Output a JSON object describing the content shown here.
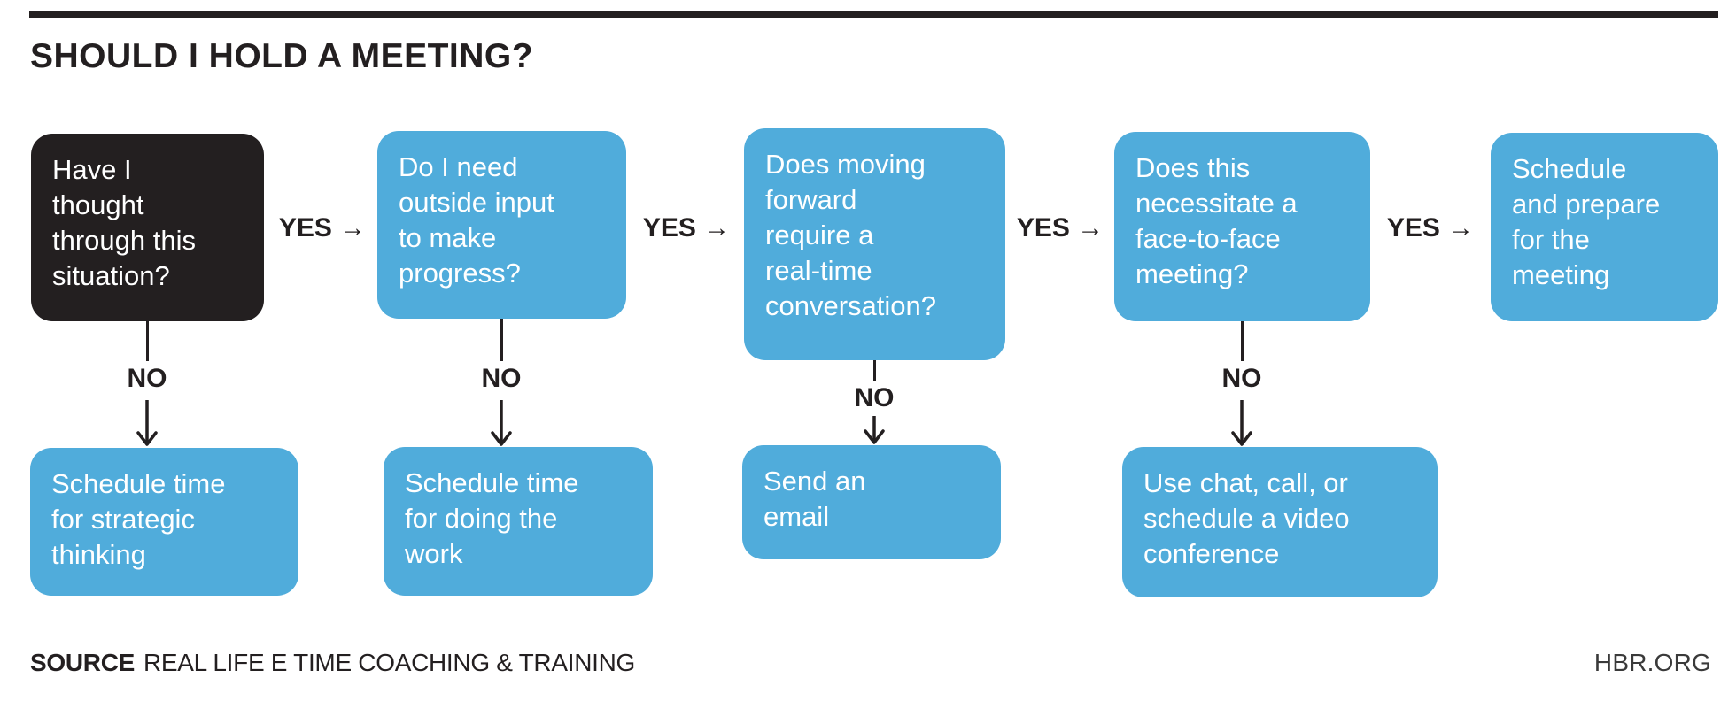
{
  "title": "SHOULD I HOLD A MEETING?",
  "colors": {
    "accent_blue": "#50acdb",
    "box_black": "#231f20",
    "text_on_box": "#ffffff",
    "text_main": "#231f20"
  },
  "flow": {
    "yes_label": "YES →",
    "no_label": "NO",
    "decisions": [
      {
        "text": "Have I\nthought\nthrough this\nsituation?",
        "variant": "black",
        "no_outcome": "Schedule time\nfor strategic\nthinking"
      },
      {
        "text": "Do I need\noutside input\nto make\nprogress?",
        "variant": "blue",
        "no_outcome": "Schedule time\nfor doing the\nwork"
      },
      {
        "text": "Does moving\nforward\nrequire a\nreal-time\nconversation?",
        "variant": "blue",
        "no_outcome": "Send an\nemail"
      },
      {
        "text": "Does this\nnecessitate a\nface-to-face\nmeeting?",
        "variant": "blue",
        "no_outcome": "Use chat, call, or\nschedule a video\nconference"
      }
    ],
    "final_outcome": "Schedule\nand prepare\nfor the\nmeeting"
  },
  "footer": {
    "source_label": "SOURCE",
    "source_text": "REAL LIFE E TIME COACHING & TRAINING",
    "site": "HBR.ORG"
  }
}
